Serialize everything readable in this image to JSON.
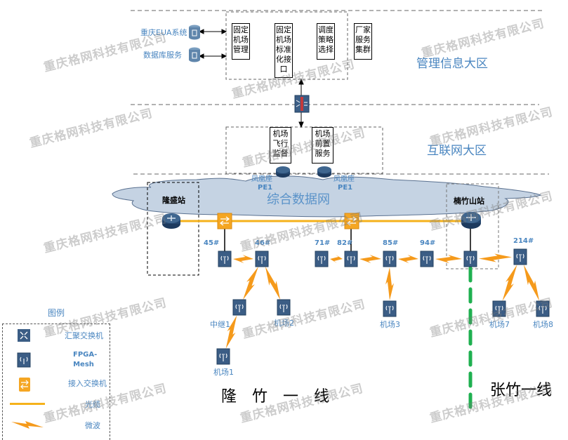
{
  "zones": {
    "management": "管理信息大区",
    "internet": "互联网大区"
  },
  "management": {
    "external_systems": [
      {
        "label": "重庆EUA系统",
        "icon": "database-icon"
      },
      {
        "label": "数据库服务",
        "icon": "database-icon"
      }
    ],
    "modules": [
      {
        "label": "固定机场管理"
      },
      {
        "label": "固定机场标准化接口"
      },
      {
        "label": "调度策略选择"
      },
      {
        "label": "厂家服务集群"
      }
    ]
  },
  "firewall": {
    "icon": "firewall-icon"
  },
  "internet": {
    "modules": [
      {
        "label": "机场飞行监督"
      },
      {
        "label": "机场前置服务"
      }
    ]
  },
  "pe_routers": [
    {
      "name": "凤凰座",
      "sub": "PE1"
    },
    {
      "name": "凤凰座",
      "sub": "PE1"
    }
  ],
  "cloud": {
    "label": "综合数据网"
  },
  "stations": [
    {
      "label": "隆盛站"
    },
    {
      "label": "楠竹山站"
    }
  ],
  "mesh_nodes": [
    {
      "id": "n45",
      "label": "45#"
    },
    {
      "id": "n46",
      "label": "46#"
    },
    {
      "id": "n71",
      "label": "71#"
    },
    {
      "id": "n82",
      "label": "82#"
    },
    {
      "id": "n85",
      "label": "85#"
    },
    {
      "id": "n94",
      "label": "94#"
    },
    {
      "id": "nzs",
      "label": ""
    },
    {
      "id": "n214",
      "label": "214#"
    },
    {
      "id": "relay1",
      "label": "中继1"
    },
    {
      "id": "ap1",
      "label": "机场1"
    },
    {
      "id": "ap2",
      "label": "机场2"
    },
    {
      "id": "ap3",
      "label": "机场3"
    },
    {
      "id": "ap7",
      "label": "机场7"
    },
    {
      "id": "ap8",
      "label": "机场8"
    }
  ],
  "lines": {
    "longzhu": "隆　竹　一　线",
    "zhangzhu": "张竹一线"
  },
  "legend": {
    "title": "图例",
    "items": [
      {
        "label": "汇聚交换机",
        "icon": "aggregation-switch-icon"
      },
      {
        "label": "FPGA-Mesh",
        "icon": "mesh-radio-icon"
      },
      {
        "label": "接入交换机",
        "icon": "access-switch-icon"
      },
      {
        "label": "光缆",
        "icon": "fiber-line-icon"
      },
      {
        "label": "微波",
        "icon": "microwave-icon"
      }
    ]
  },
  "watermark": "重庆格网科技有限公司",
  "colors": {
    "fiber": "#f5b21b",
    "microwave": "#f59a1b",
    "label_blue": "#4a86c0",
    "device_blue": "#2f5378",
    "cloud": "#c5d3e3",
    "green_dash": "#1fb050"
  }
}
